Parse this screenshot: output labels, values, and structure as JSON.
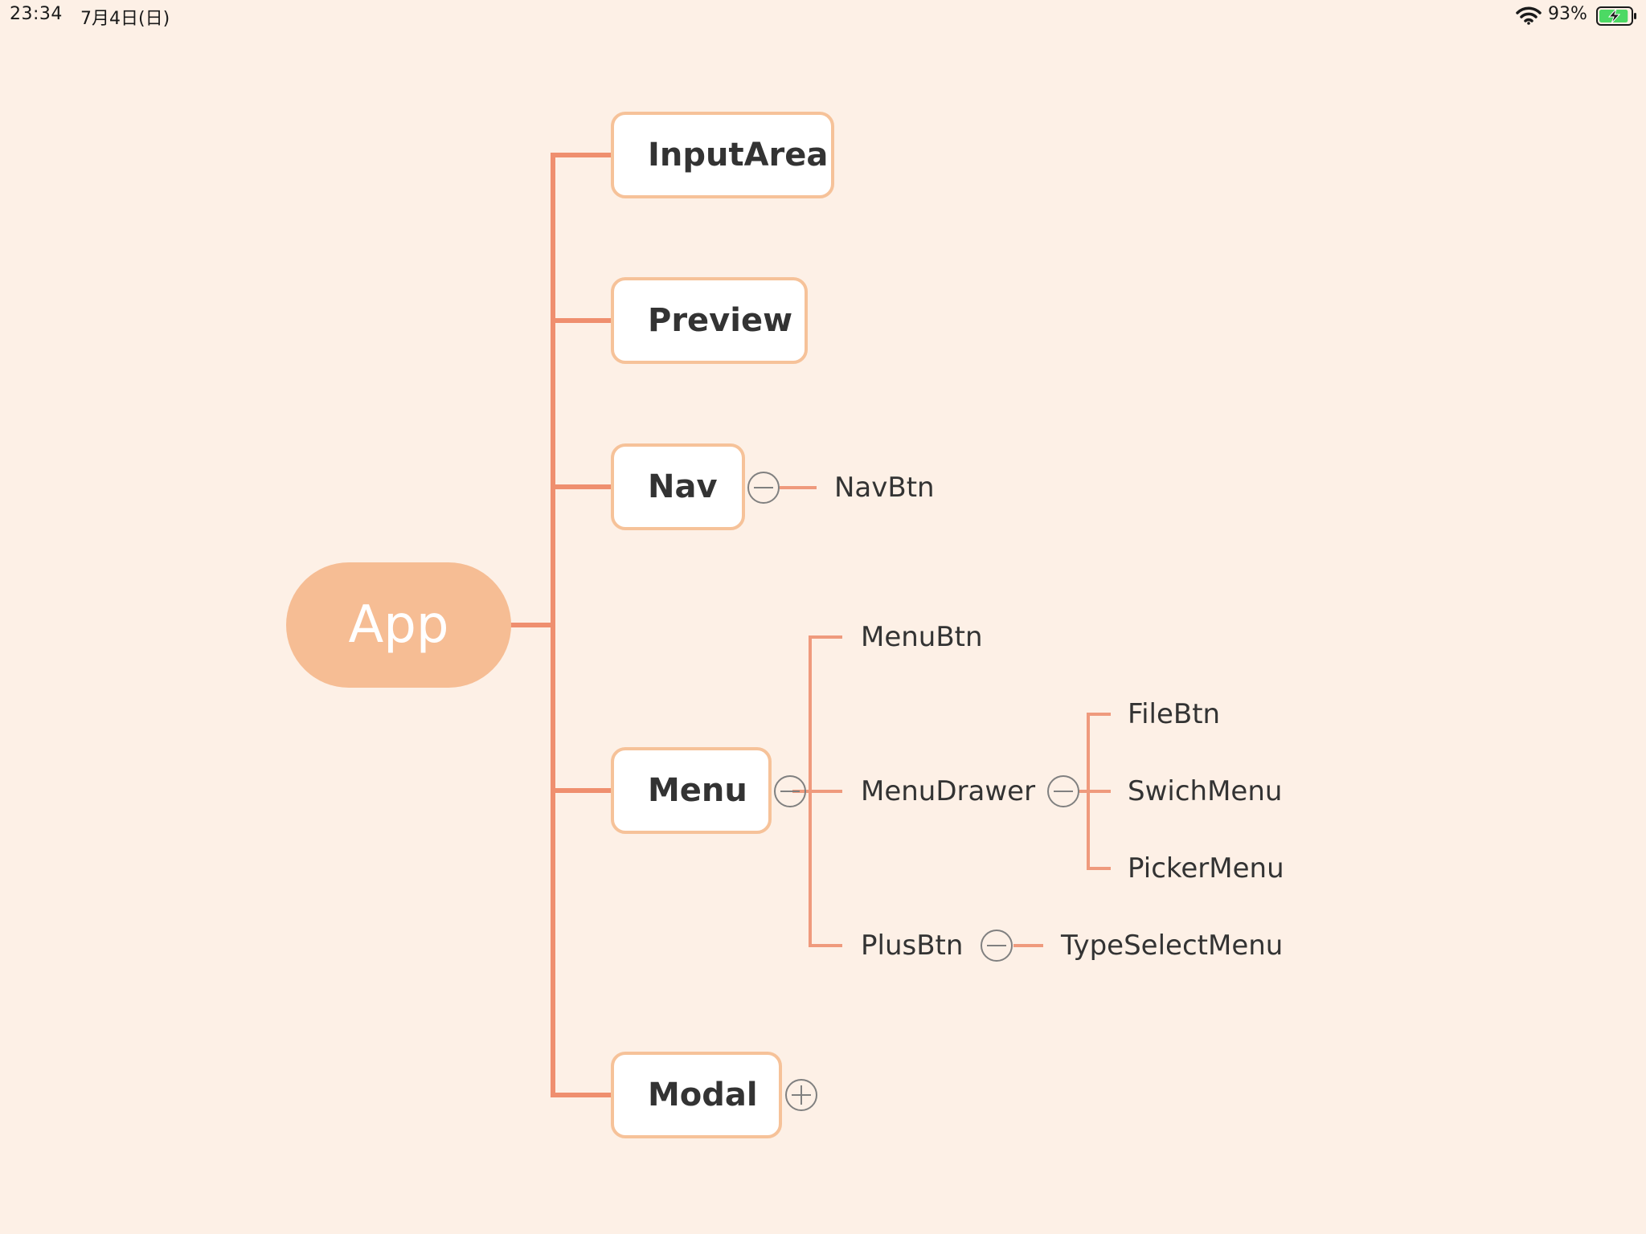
{
  "status_bar": {
    "time": "23:34",
    "date": "7月4日(日)",
    "battery_percent": "93%",
    "battery_level": 0.93,
    "battery_charging": true,
    "wifi_icon": "wifi-icon",
    "battery_icon": "battery-charging-icon"
  },
  "colors": {
    "background": "#fdf0e6",
    "root_fill": "#f6bd94",
    "node_border": "#f6c299",
    "branch_line": "#ef8f6f",
    "leaf_line": "#ef9a7d",
    "toggle_stroke": "#808080"
  },
  "mindmap": {
    "root": "App",
    "children": [
      {
        "label": "InputArea"
      },
      {
        "label": "Preview"
      },
      {
        "label": "Nav",
        "toggle": "collapse",
        "children": [
          "NavBtn"
        ]
      },
      {
        "label": "Menu",
        "toggle": "collapse",
        "children": [
          "MenuBtn",
          {
            "label": "MenuDrawer",
            "toggle": "collapse",
            "children": [
              "FileBtn",
              "SwichMenu",
              "PickerMenu"
            ]
          },
          {
            "label": "PlusBtn",
            "toggle": "collapse",
            "children": [
              "TypeSelectMenu"
            ]
          }
        ]
      },
      {
        "label": "Modal",
        "toggle": "expand"
      }
    ]
  },
  "labels": {
    "root": "App",
    "input_area": "InputArea",
    "preview": "Preview",
    "nav": "Nav",
    "nav_btn": "NavBtn",
    "menu": "Menu",
    "menu_btn": "MenuBtn",
    "menu_drawer": "MenuDrawer",
    "file_btn": "FileBtn",
    "swich_menu": "SwichMenu",
    "picker_menu": "PickerMenu",
    "plus_btn": "PlusBtn",
    "type_select_menu": "TypeSelectMenu",
    "modal": "Modal"
  }
}
